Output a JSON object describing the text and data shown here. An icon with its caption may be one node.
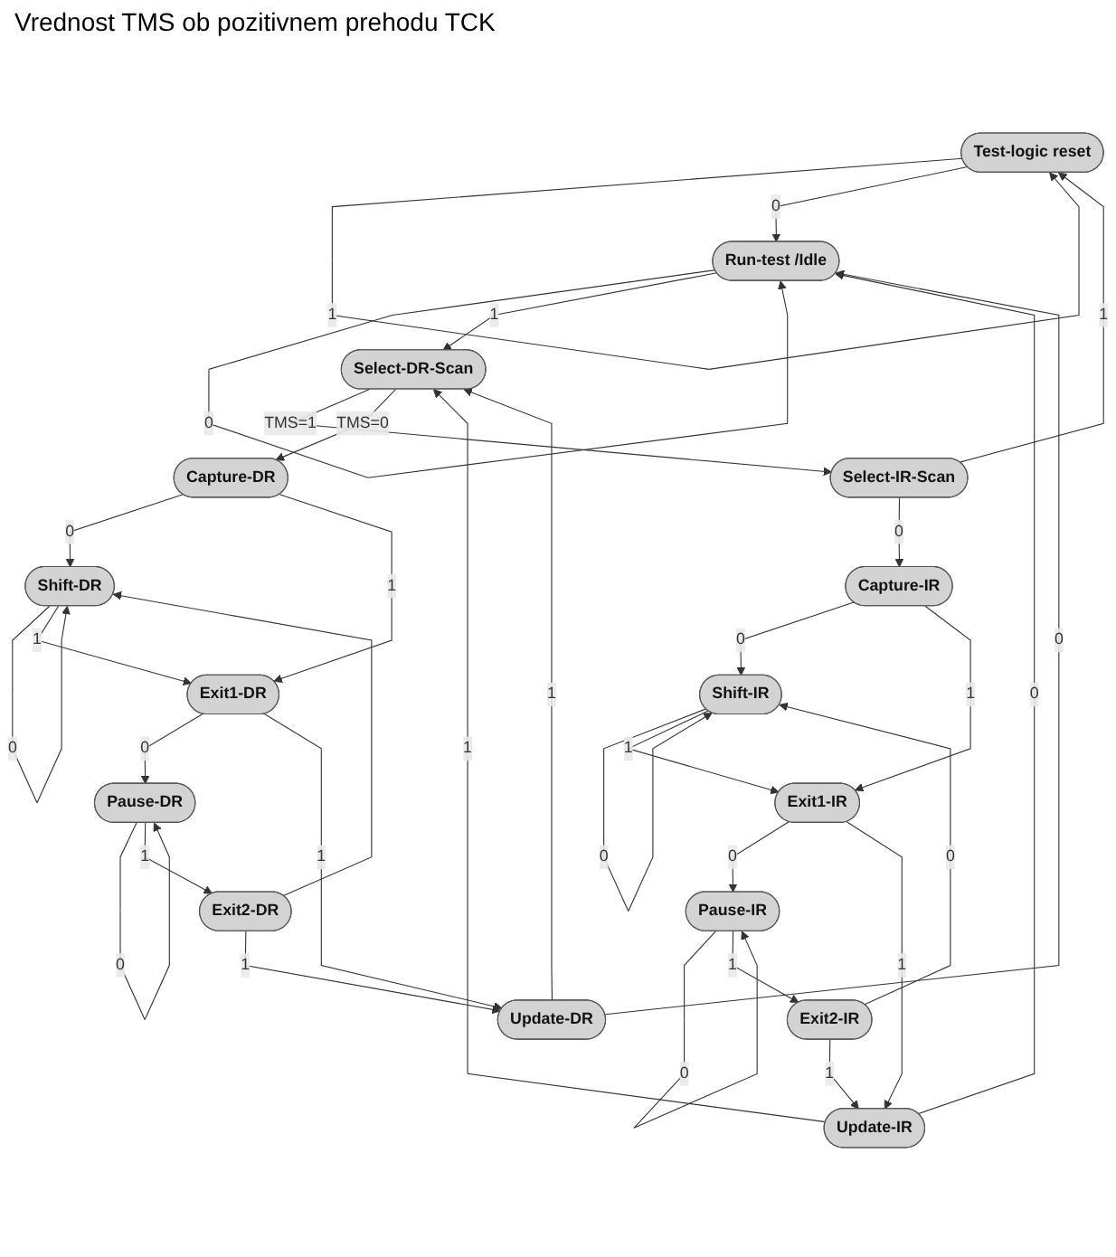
{
  "diagram": {
    "nodes": [
      {
        "text": [
          "Test-logic reset"
        ]
      },
      {
        "text": [
          "Run-test /Idle"
        ]
      },
      {
        "text": [
          "Select-DR-Scan"
        ]
      },
      {
        "text": [
          "Select-IR-Scan"
        ]
      },
      {
        "text": [
          "Capture-DR"
        ]
      },
      {
        "text": [
          "Capture-IR"
        ]
      },
      {
        "text": [
          "Shift-DR"
        ]
      },
      {
        "text": [
          "Shift-IR"
        ]
      },
      {
        "text": [
          "Exit1-DR"
        ]
      },
      {
        "text": [
          "Exit1-IR"
        ]
      },
      {
        "text": [
          "Pause-DR"
        ]
      },
      {
        "text": [
          "Pause-IR"
        ]
      },
      {
        "text": [
          "Exit2-DR"
        ]
      },
      {
        "text": [
          "Exit2-IR"
        ]
      },
      {
        "text": [
          "Update-DR"
        ]
      },
      {
        "text": [
          "Update-IR"
        ]
      }
    ],
    "edges": [
      {
        "from": 0,
        "to": 0,
        "arrow": "to",
        "label": "1"
      },
      {
        "from": 0,
        "to": 1,
        "arrow": "to",
        "label": "0"
      },
      {
        "from": 1,
        "to": 1,
        "arrow": "to",
        "label": "0"
      },
      {
        "from": 1,
        "to": 2,
        "arrow": "to",
        "label": "1"
      },
      {
        "from": 2,
        "to": 3,
        "arrow": "to",
        "label": "TMS=1"
      },
      {
        "from": 2,
        "to": 4,
        "arrow": "to",
        "label": "TMS=0"
      },
      {
        "from": 3,
        "to": 0,
        "arrow": "to",
        "label": "1"
      },
      {
        "from": 3,
        "to": 5,
        "arrow": "to",
        "label": "0"
      },
      {
        "from": 4,
        "to": 6,
        "arrow": "to",
        "label": "0"
      },
      {
        "from": 4,
        "to": 8,
        "arrow": "to",
        "label": "1"
      },
      {
        "from": 6,
        "to": 6,
        "arrow": "to",
        "label": "0"
      },
      {
        "from": 6,
        "to": 8,
        "arrow": "to",
        "label": "1"
      },
      {
        "from": 8,
        "to": 10,
        "arrow": "to",
        "label": "0"
      },
      {
        "from": 8,
        "to": 14,
        "arrow": "to",
        "label": "1"
      },
      {
        "from": 10,
        "to": 10,
        "arrow": "to",
        "label": "0"
      },
      {
        "from": 10,
        "to": 12,
        "arrow": "to",
        "label": "1"
      },
      {
        "from": 12,
        "to": 6,
        "arrow": "to"
      },
      {
        "from": 12,
        "to": 14,
        "arrow": "to",
        "label": "1"
      },
      {
        "from": 14,
        "to": 2,
        "arrow": "to",
        "label": "1"
      },
      {
        "from": 14,
        "to": 1,
        "arrow": "to",
        "label": "0"
      },
      {
        "from": 5,
        "to": 7,
        "arrow": "to",
        "label": "0"
      },
      {
        "from": 5,
        "to": 9,
        "arrow": "to",
        "label": "1"
      },
      {
        "from": 7,
        "to": 7,
        "arrow": "to",
        "label": "0"
      },
      {
        "from": 7,
        "to": 9,
        "arrow": "to",
        "label": "1"
      },
      {
        "from": 9,
        "to": 11,
        "arrow": "to",
        "label": "0"
      },
      {
        "from": 9,
        "to": 15,
        "arrow": "to",
        "label": "1"
      },
      {
        "from": 11,
        "to": 11,
        "arrow": "to",
        "label": "0"
      },
      {
        "from": 11,
        "to": 13,
        "arrow": "to",
        "label": "1"
      },
      {
        "from": 13,
        "to": 7,
        "arrow": "to",
        "label": "0"
      },
      {
        "from": 13,
        "to": 15,
        "arrow": "to",
        "label": "1"
      },
      {
        "from": 15,
        "to": 2,
        "arrow": "to",
        "label": "1"
      },
      {
        "from": 15,
        "to": 1,
        "arrow": "to",
        "label": "0"
      }
    ],
    "labels": [
      "Vrednost TMS ob pozitivnem prehodu TCK"
    ]
  }
}
